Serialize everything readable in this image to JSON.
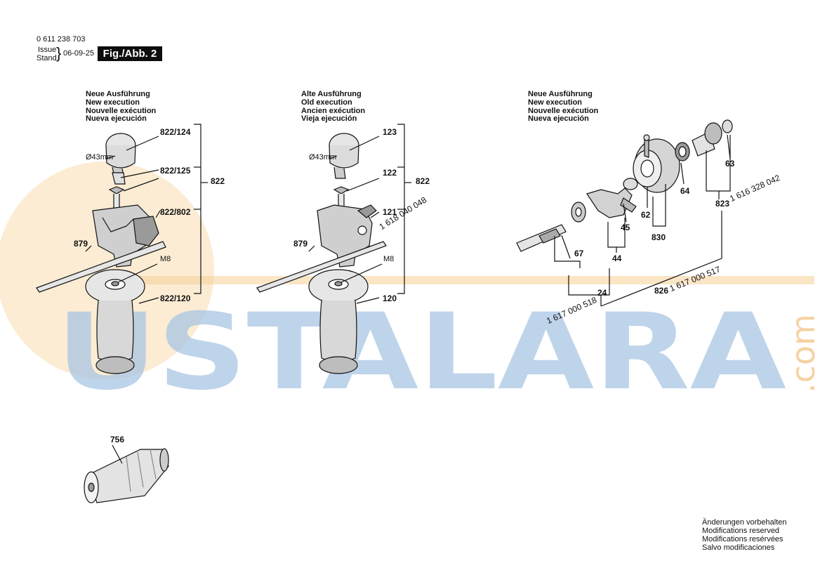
{
  "header": {
    "part_number": "0 611 238 703",
    "issue_label": "Issue",
    "stand_label": "Stand",
    "brace": "}",
    "date": "06-09-25",
    "figure": "Fig./Abb. 2"
  },
  "sections": {
    "left": {
      "lines": [
        "Neue Ausführung",
        "New execution",
        "Nouvelle exécution",
        "Nueva ejecución"
      ]
    },
    "middle": {
      "lines": [
        "Alte Ausführung",
        "Old execution",
        "Ancien exécution",
        "Vieja ejecución"
      ]
    },
    "right": {
      "lines": [
        "Neue Ausführung",
        "New execution",
        "Nouvelle exécution",
        "Nueva ejecución"
      ]
    }
  },
  "left_labels": {
    "p124": "822/124",
    "p125": "822/125",
    "p822": "822",
    "p802": "822/802",
    "p879": "879",
    "d43": "Ø43mm",
    "m8": "M8",
    "p120": "822/120"
  },
  "middle_labels": {
    "p123": "123",
    "p122": "122",
    "p822": "822",
    "p121": "121",
    "code121": "1 618 040 048",
    "p879": "879",
    "d43": "Ø43mm",
    "m8": "M8",
    "p120": "120"
  },
  "right_labels": {
    "p63": "63",
    "p64": "64",
    "p823": "823",
    "code823": "1 616 328 042",
    "p45": "45",
    "p62": "62",
    "p830": "830",
    "p67": "67",
    "p44": "44",
    "p24": "24",
    "code24": "1 617 000 518",
    "p826": "826",
    "code826": "1 617 000 517"
  },
  "chuck": {
    "p756": "756"
  },
  "footer": {
    "lines": [
      "Änderungen vorbehalten",
      "Modifications reserved",
      "Modifications resérvées",
      "Salvo modificaciones"
    ]
  },
  "watermark": {
    "text": "USTALARA",
    "suffix": ".com",
    "blue": "#a9c6e4",
    "orange": "#f3c88b"
  },
  "colors": {
    "ink": "#111111",
    "part_shade": "#888888",
    "part_light": "#d6d6d6"
  }
}
